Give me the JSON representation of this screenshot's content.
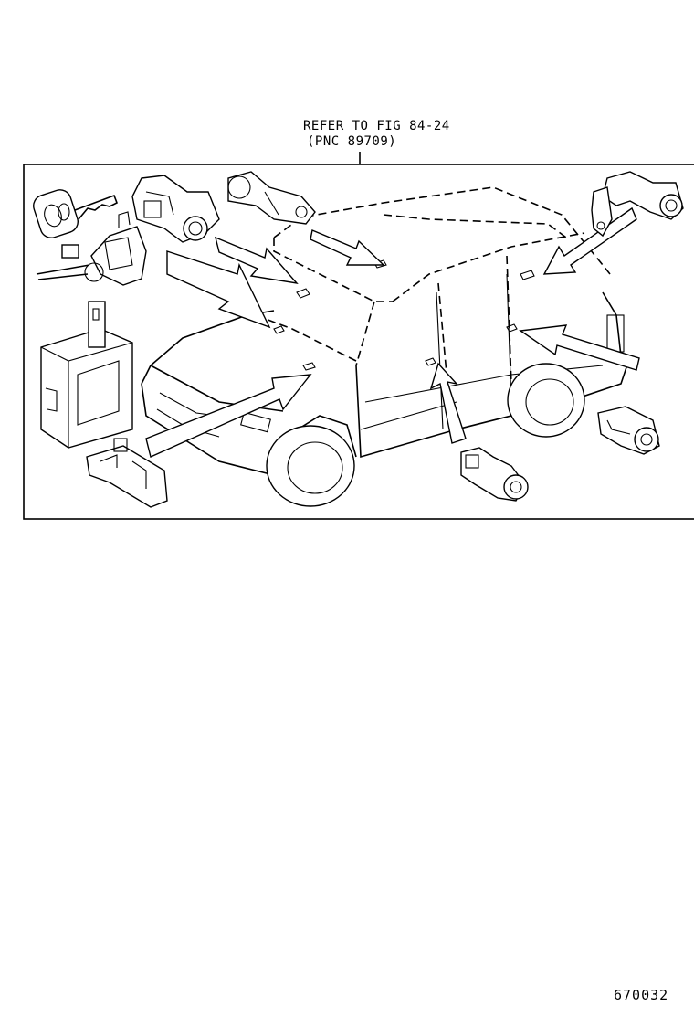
{
  "diagram": {
    "refer_line1": "REFER TO FIG 84-24",
    "refer_line2": "(PNC 89709)",
    "figure_number": "670032"
  },
  "parts": [
    {
      "name": "key",
      "icon": "key-icon"
    },
    {
      "name": "ignition-cylinder",
      "icon": "ignition-lock-icon"
    },
    {
      "name": "control-module",
      "icon": "ecu-module-icon"
    },
    {
      "name": "bracket",
      "icon": "bracket-icon"
    },
    {
      "name": "door-lock-cylinder-left",
      "icon": "lock-cylinder-icon"
    },
    {
      "name": "hood-lock-cylinder",
      "icon": "lock-cylinder-icon"
    },
    {
      "name": "back-door-lock",
      "icon": "lock-cylinder-icon"
    },
    {
      "name": "door-lock-cylinder-right",
      "icon": "lock-cylinder-icon"
    },
    {
      "name": "fuel-lid-lock",
      "icon": "lock-cylinder-icon"
    }
  ]
}
